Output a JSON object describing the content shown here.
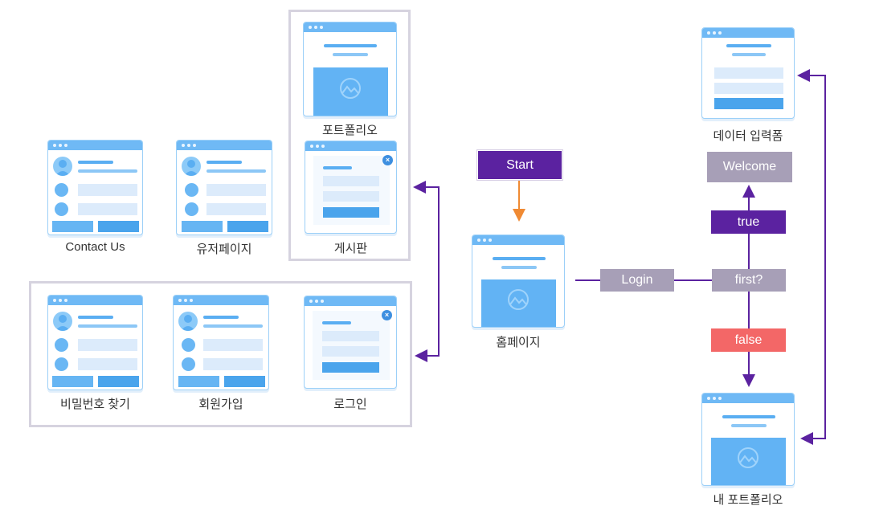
{
  "pages": {
    "portfolio": "포트폴리오",
    "board": "게시판",
    "contact": "Contact Us",
    "userpage": "유저페이지",
    "find_pw": "비밀번호 찾기",
    "signup": "회원가입",
    "login_page": "로그인",
    "home": "홈페이지",
    "data_form": "데이터 입력폼",
    "my_portfolio": "내 포트폴리오"
  },
  "flow": {
    "start": "Start",
    "login": "Login",
    "first": "first?",
    "true": "true",
    "false": "false",
    "welcome": "Welcome"
  },
  "icons": {
    "close": "×"
  },
  "colors": {
    "start_bg": "#5b22a0",
    "true_bg": "#5b22a0",
    "neutral_bg": "#a79fb7",
    "false_bg": "#f36767",
    "connector": "#5b22a0",
    "start_arrow": "#f08a33"
  }
}
